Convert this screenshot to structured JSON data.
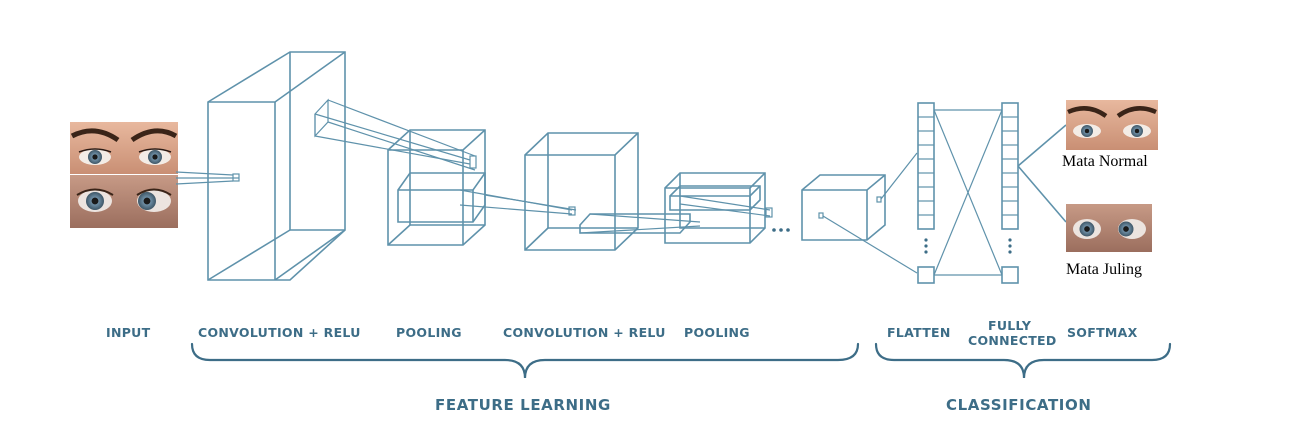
{
  "stages": [
    {
      "id": "input",
      "label": "INPUT"
    },
    {
      "id": "conv1",
      "label": "CONVOLUTION + RELU"
    },
    {
      "id": "pool1",
      "label": "POOLING"
    },
    {
      "id": "conv2",
      "label": "CONVOLUTION + RELU"
    },
    {
      "id": "pool2",
      "label": "POOLING"
    },
    {
      "id": "flatten",
      "label": "FLATTEN"
    },
    {
      "id": "fc",
      "label_line1": "FULLY",
      "label_line2": "CONNECTED"
    },
    {
      "id": "softmax",
      "label": "SOFTMAX"
    }
  ],
  "groups": [
    {
      "id": "feature-learning",
      "label": "FEATURE LEARNING"
    },
    {
      "id": "classification",
      "label": "CLASSIFICATION"
    }
  ],
  "outputs": [
    {
      "id": "normal",
      "label": "Mata Normal"
    },
    {
      "id": "juling",
      "label": "Mata Juling"
    }
  ],
  "colors": {
    "line": "#5f92ab",
    "label": "#3d6d87",
    "skin": "#d9a68c",
    "iris": "#7f9bb0"
  },
  "icons": {
    "input_images": [
      "eyes-photo-normal",
      "eyes-photo-strabismus"
    ],
    "output_images": [
      "eyes-photo-normal",
      "eyes-photo-strabismus"
    ]
  }
}
